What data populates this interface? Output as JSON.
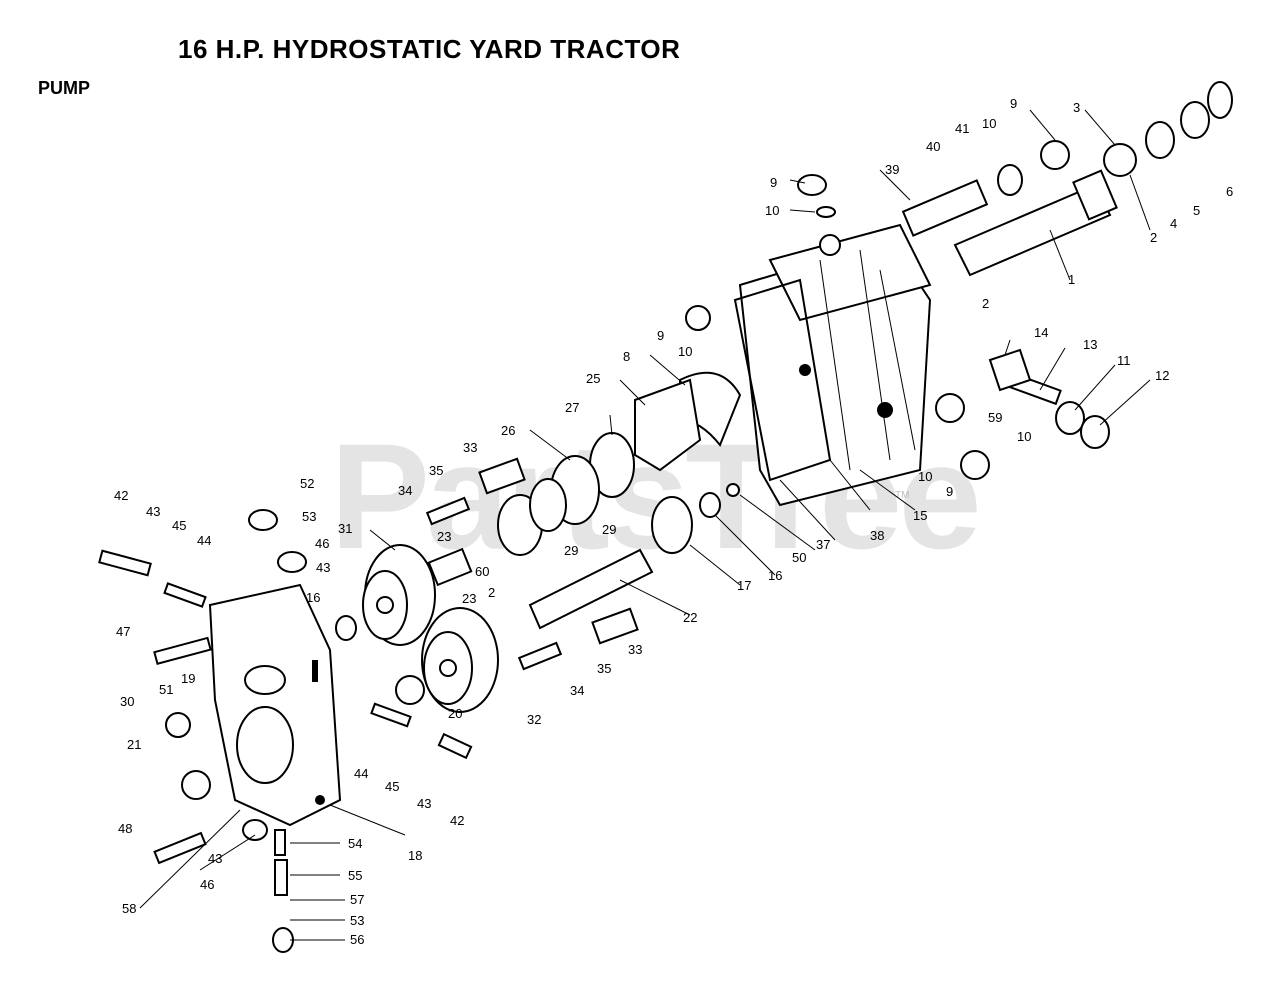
{
  "header": {
    "title": "16 H.P. HYDROSTATIC YARD TRACTOR",
    "section": "PUMP"
  },
  "watermark": {
    "text": "PartsTree",
    "tm": "TM"
  },
  "callouts": [
    "9",
    "3",
    "10",
    "41",
    "40",
    "9",
    "39",
    "10",
    "6",
    "5",
    "4",
    "2",
    "2",
    "1",
    "9",
    "10",
    "14",
    "13",
    "11",
    "12",
    "8",
    "25",
    "27",
    "26",
    "33",
    "35",
    "34",
    "59",
    "10",
    "10",
    "9",
    "15",
    "38",
    "37",
    "50",
    "16",
    "17",
    "29",
    "29",
    "22",
    "23",
    "60",
    "31",
    "52",
    "53",
    "46",
    "43",
    "42",
    "43",
    "45",
    "44",
    "47",
    "16",
    "23",
    "2",
    "33",
    "35",
    "34",
    "20",
    "32",
    "30",
    "51",
    "19",
    "21",
    "44",
    "45",
    "43",
    "42",
    "18",
    "54",
    "55",
    "57",
    "53",
    "56",
    "48",
    "43",
    "46",
    "58"
  ]
}
